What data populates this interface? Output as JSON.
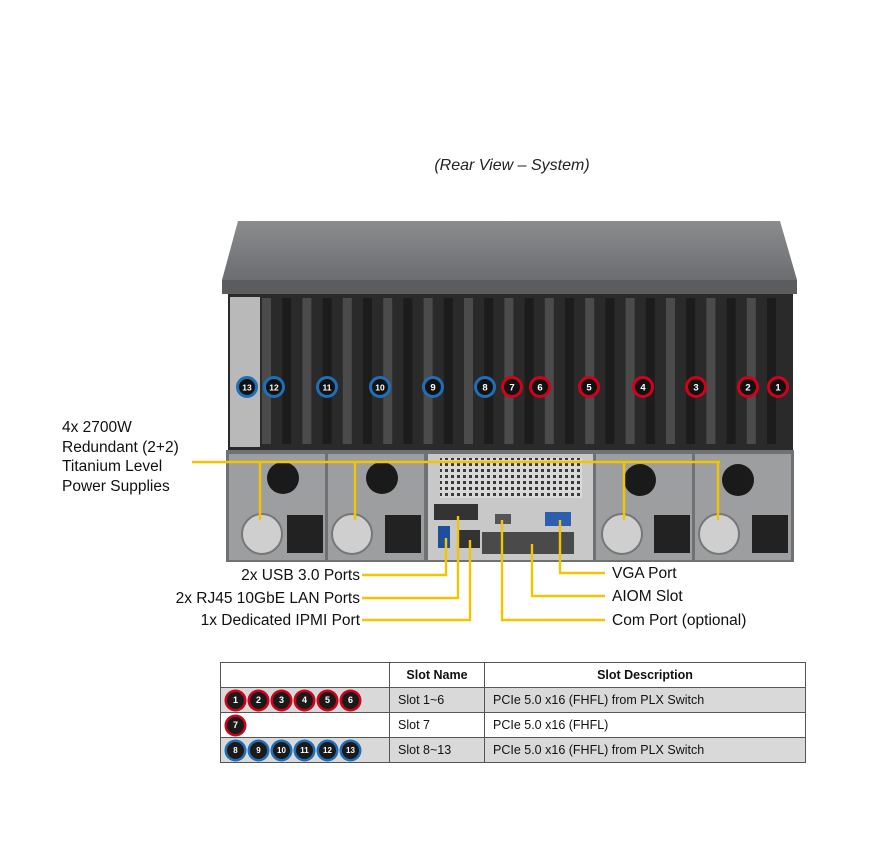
{
  "caption": "(Rear View – System)",
  "labels": {
    "psu": [
      "4x 2700W",
      "Redundant (2+2)",
      "Titanium Level",
      "Power Supplies"
    ],
    "usb": "2x USB 3.0 Ports",
    "lan": "2x RJ45 10GbE LAN Ports",
    "ipmi": "1x Dedicated IPMI Port",
    "vga": "VGA Port",
    "aiom": "AIOM Slot",
    "com": "Com Port (optional)"
  },
  "slot_markers": [
    {
      "num": "13",
      "color": "blue"
    },
    {
      "num": "12",
      "color": "blue"
    },
    {
      "num": "11",
      "color": "blue"
    },
    {
      "num": "10",
      "color": "blue"
    },
    {
      "num": "9",
      "color": "blue"
    },
    {
      "num": "8",
      "color": "blue"
    },
    {
      "num": "7",
      "color": "red"
    },
    {
      "num": "6",
      "color": "red"
    },
    {
      "num": "5",
      "color": "red"
    },
    {
      "num": "4",
      "color": "red"
    },
    {
      "num": "3",
      "color": "red"
    },
    {
      "num": "2",
      "color": "red"
    },
    {
      "num": "1",
      "color": "red"
    }
  ],
  "colors": {
    "red": "#d0021b",
    "blue": "#1e6fb8",
    "callout": "#f5c400"
  },
  "table": {
    "headers": [
      "",
      "Slot Name",
      "Slot Description"
    ],
    "rows": [
      {
        "badges": [
          "1",
          "2",
          "3",
          "4",
          "5",
          "6"
        ],
        "color": "red",
        "name": "Slot 1~6",
        "desc": "PCIe 5.0 x16 (FHFL) from PLX Switch"
      },
      {
        "badges": [
          "7"
        ],
        "color": "red",
        "name": "Slot 7",
        "desc": "PCIe 5.0 x16 (FHFL)"
      },
      {
        "badges": [
          "8",
          "9",
          "10",
          "11",
          "12",
          "13"
        ],
        "color": "blue",
        "name": "Slot 8~13",
        "desc": "PCIe 5.0 x16 (FHFL) from PLX Switch"
      }
    ]
  }
}
